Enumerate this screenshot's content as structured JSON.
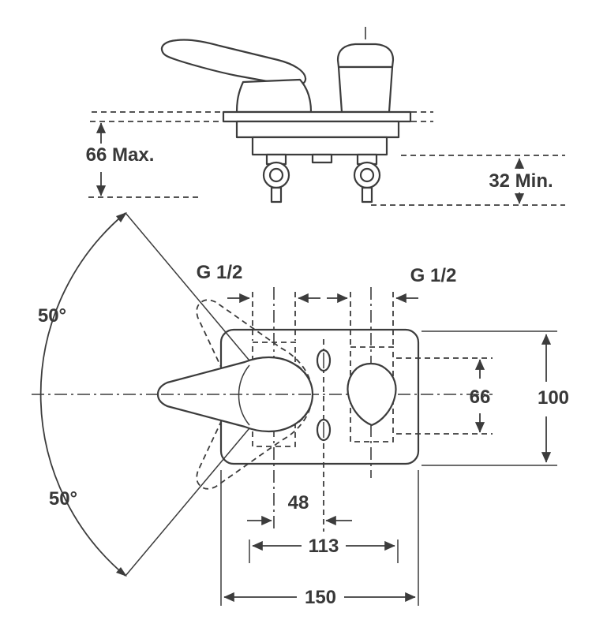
{
  "drawing": {
    "type": "technical-dimension-drawing",
    "line_color": "#3c3c3c",
    "background": "#ffffff",
    "labels": {
      "deck_thickness_max": "66 Max.",
      "recess_depth_min": "32 Min.",
      "thread_left": "G 1/2",
      "thread_right": "G 1/2",
      "swing_angle_upper": "50°",
      "swing_angle_lower": "50°",
      "cutout_height": "66",
      "plate_height": "100",
      "holes_offset": "48",
      "inlet_spacing": "113",
      "plate_width": "150"
    }
  }
}
